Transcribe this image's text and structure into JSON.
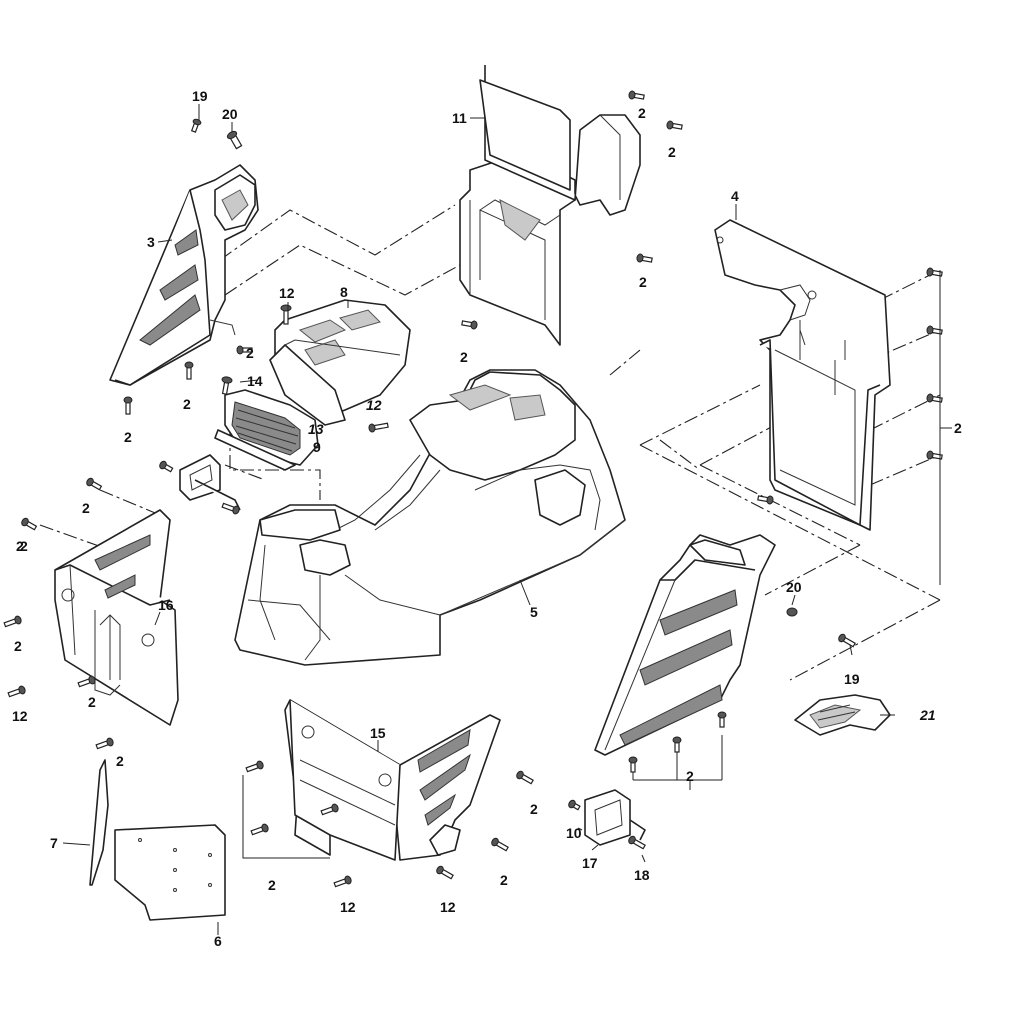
{
  "callouts": [
    {
      "id": "c19a",
      "text": "19",
      "italic": false
    },
    {
      "id": "c20a",
      "text": "20",
      "italic": false
    },
    {
      "id": "c3",
      "text": "3",
      "italic": false
    },
    {
      "id": "c2a",
      "text": "2",
      "italic": false
    },
    {
      "id": "c2b",
      "text": "2",
      "italic": false
    },
    {
      "id": "c2c",
      "text": "2",
      "italic": false
    },
    {
      "id": "c12a",
      "text": "12",
      "italic": false
    },
    {
      "id": "c8",
      "text": "8",
      "italic": false
    },
    {
      "id": "c14",
      "text": "14",
      "italic": false
    },
    {
      "id": "c12b",
      "text": "12",
      "italic": true
    },
    {
      "id": "c13",
      "text": "13",
      "italic": true
    },
    {
      "id": "c9",
      "text": "9",
      "italic": false
    },
    {
      "id": "c11",
      "text": "11",
      "italic": false
    },
    {
      "id": "c2d",
      "text": "2",
      "italic": false
    },
    {
      "id": "c2e",
      "text": "2",
      "italic": false
    },
    {
      "id": "c2f",
      "text": "2",
      "italic": false
    },
    {
      "id": "c2g",
      "text": "2",
      "italic": false
    },
    {
      "id": "c4",
      "text": "4",
      "italic": false
    },
    {
      "id": "c2h",
      "text": "2",
      "italic": false
    },
    {
      "id": "c2i",
      "text": "2",
      "italic": false
    },
    {
      "id": "c2j",
      "text": "2",
      "italic": false
    },
    {
      "id": "c2k",
      "text": "2",
      "italic": false
    },
    {
      "id": "c16",
      "text": "16",
      "italic": false
    },
    {
      "id": "c2l",
      "text": "2",
      "italic": false
    },
    {
      "id": "c12c",
      "text": "12",
      "italic": false
    },
    {
      "id": "c2m",
      "text": "2",
      "italic": false
    },
    {
      "id": "c2n",
      "text": "2",
      "italic": false
    },
    {
      "id": "c5",
      "text": "5",
      "italic": false
    },
    {
      "id": "c20b",
      "text": "20",
      "italic": false
    },
    {
      "id": "c19b",
      "text": "19",
      "italic": false
    },
    {
      "id": "c21",
      "text": "21",
      "italic": true
    },
    {
      "id": "c2o",
      "text": "2",
      "italic": false
    },
    {
      "id": "c15",
      "text": "15",
      "italic": false
    },
    {
      "id": "c2p",
      "text": "2",
      "italic": false
    },
    {
      "id": "c2q",
      "text": "2",
      "italic": false
    },
    {
      "id": "c2r",
      "text": "2",
      "italic": false
    },
    {
      "id": "c12d",
      "text": "12",
      "italic": false
    },
    {
      "id": "c12e",
      "text": "12",
      "italic": false
    },
    {
      "id": "c7",
      "text": "7",
      "italic": false
    },
    {
      "id": "c6",
      "text": "6",
      "italic": false
    },
    {
      "id": "c10",
      "text": "10",
      "italic": false
    },
    {
      "id": "c17",
      "text": "17",
      "italic": false
    },
    {
      "id": "c18",
      "text": "18",
      "italic": false
    }
  ],
  "colors": {
    "line": "#222222",
    "shade": "#8a8a8a",
    "background": "#ffffff"
  }
}
